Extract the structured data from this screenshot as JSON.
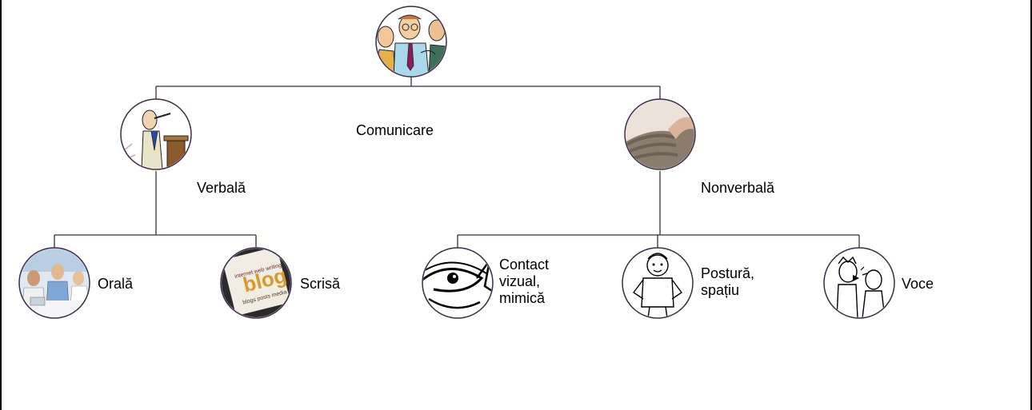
{
  "diagram": {
    "root": {
      "label": "Comunicare",
      "icon": "people-talking-icon"
    },
    "branches": [
      {
        "label": "Verbală",
        "icon": "speaker-at-podium-icon",
        "children": [
          {
            "label": "Orală",
            "icon": "office-meeting-icon"
          },
          {
            "label": "Scrisă",
            "icon": "blog-word-cloud-icon"
          }
        ]
      },
      {
        "label": "Nonverbală",
        "icon": "handshake-icon",
        "children": [
          {
            "label": "Contact\nvizual,\nmimică",
            "icon": "eye-icon"
          },
          {
            "label": "Postură,\nspațiu",
            "icon": "standing-person-icon"
          },
          {
            "label": "Voce",
            "icon": "shouting-people-icon"
          }
        ]
      }
    ]
  },
  "colors": {
    "connector": "#3b2a4a",
    "circle_border": "#3b2a4a"
  }
}
